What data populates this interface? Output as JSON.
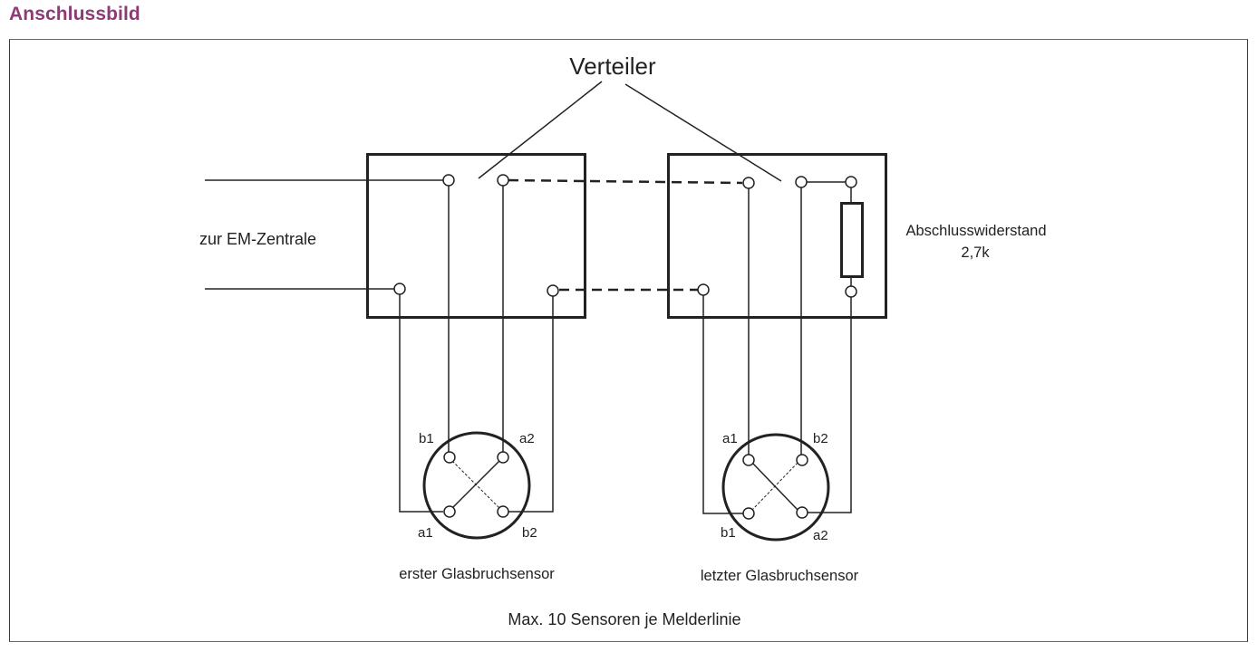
{
  "header": {
    "title": "Anschlussbild"
  },
  "diagram": {
    "distributor_label": "Verteiler",
    "panel_label": "zur EM-Zentrale",
    "terminating_resistor": {
      "label": "Abschlusswiderstand",
      "value": "2,7k"
    },
    "sensors": [
      {
        "name": "erster Glasbruchsensor",
        "terminals": {
          "top_left": "b1",
          "top_right": "a2",
          "bottom_left": "a1",
          "bottom_right": "b2"
        }
      },
      {
        "name": "letzter Glasbruchsensor",
        "terminals": {
          "top_left": "a1",
          "top_right": "b2",
          "bottom_left": "b1",
          "bottom_right": "a2"
        }
      }
    ],
    "footer_note": "Max. 10 Sensoren je Melderlinie"
  },
  "colors": {
    "title": "#8e3a75",
    "line": "#222222"
  }
}
